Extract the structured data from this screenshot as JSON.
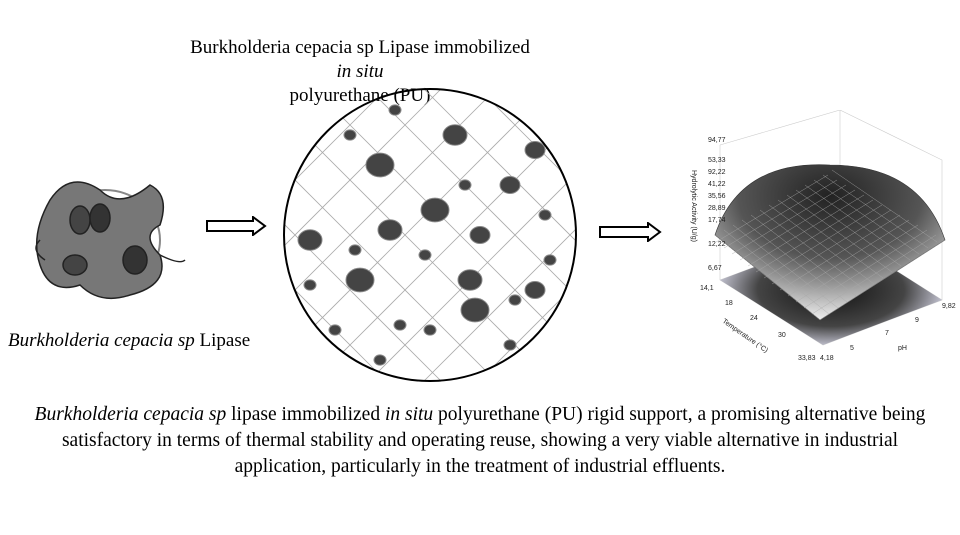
{
  "title": {
    "line1_prefix": "Burkholderia cepacia sp Lipase immobilized ",
    "line1_italic": "in situ",
    "line2": "polyurethane (PU)"
  },
  "left_caption": {
    "italic": "Burkholderia cepacia  sp",
    "plain": " Lipase"
  },
  "bottom_text": {
    "p1_italic": "Burkholderia cepacia  sp",
    "p2": " lipase immobilized ",
    "p3_italic": "in situ",
    "p4": " polyurethane (PU) rigid support, a promising alternative being satisfactory in terms of thermal stability and operating reuse, showing a very viable alternative in industrial application, particularly in the treatment of industrial effluents."
  },
  "surface_plot": {
    "z_label": "Hydrolytic Activity (U/g)",
    "x_label": "Temperature (°C)",
    "y_label": "pH",
    "z_ticks": [
      "94,77",
      "53,33",
      "92,22",
      "41,22",
      "35,56",
      "28,89",
      "17,74",
      "12,22",
      "6,67"
    ],
    "x_ticks": [
      "14,1",
      "18",
      "24",
      "30",
      "33,83"
    ],
    "y_ticks": [
      "4,18",
      "5",
      "7",
      "9",
      "9,82"
    ]
  }
}
